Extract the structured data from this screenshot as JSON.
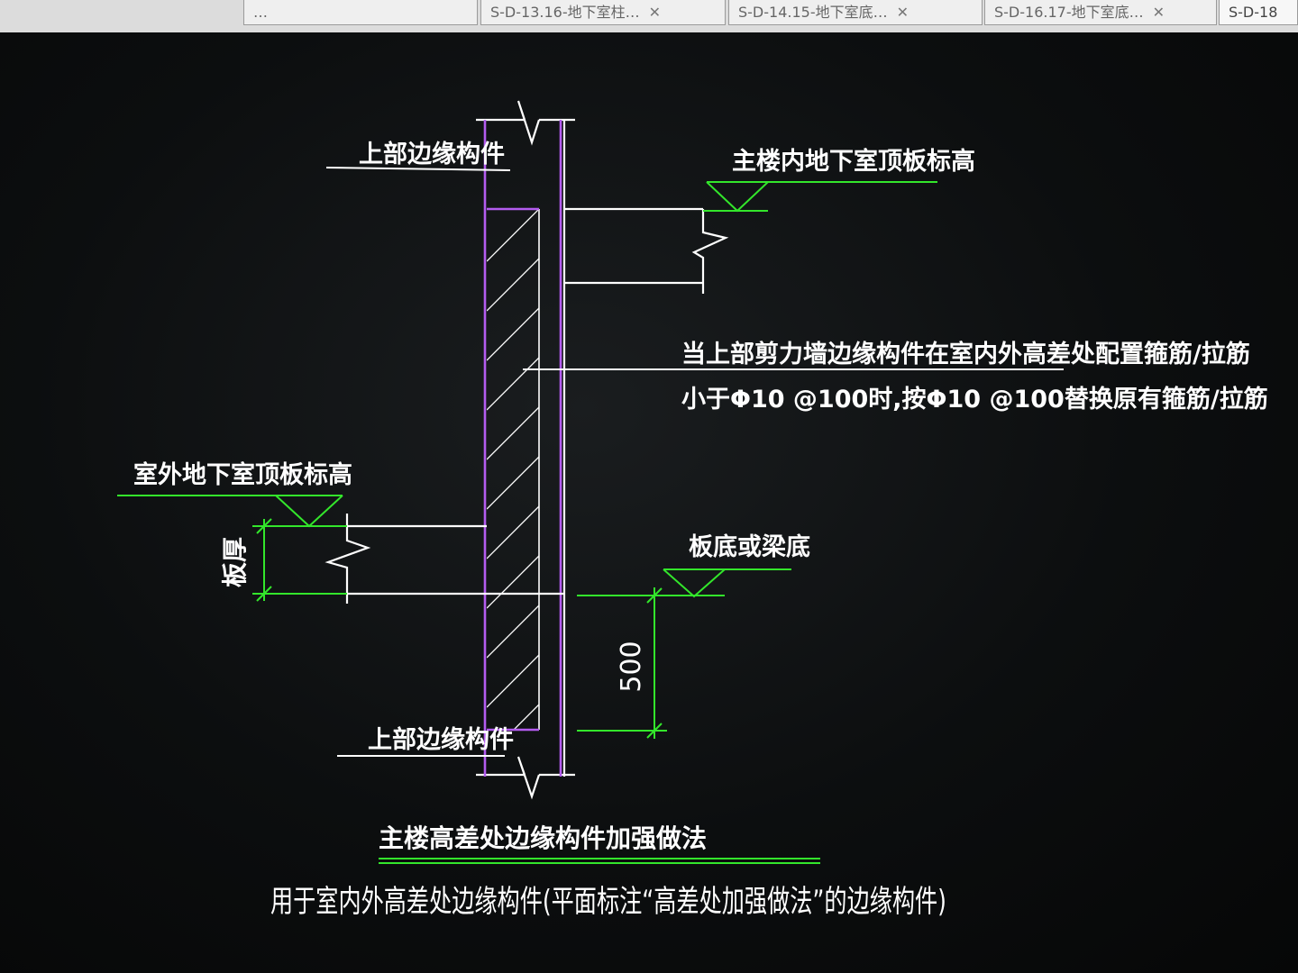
{
  "tabs": [
    {
      "label": "…",
      "closable": false
    },
    {
      "label": "S-D-13.16-地下室柱…",
      "closable": true
    },
    {
      "label": "S-D-14.15-地下室底…",
      "closable": true
    },
    {
      "label": "S-D-16.17-地下室底…",
      "closable": true
    },
    {
      "label": "S-D-18",
      "closable": false
    }
  ],
  "drawing": {
    "upper_member_top": "上部边缘构件",
    "upper_member_bottom": "上部边缘构件",
    "main_bldg_elev": "主楼内地下室顶板标高",
    "note_line1": "当上部剪力墙边缘构件在室内外高差处配置箍筋/拉筋",
    "note_line2": "小于Φ10 @100时,按Φ10 @100替换原有箍筋/拉筋",
    "outdoor_elev": "室外地下室顶板标高",
    "slab_thickness": "板厚",
    "slab_or_beam_bottom": "板底或梁底",
    "dim_500": "500",
    "detail_title": "主楼高差处边缘构件加强做法",
    "caption": "用于室内外高差处边缘构件(平面标注“高差处加强做法”的边缘构件)"
  },
  "colors": {
    "wall": "#b45cf0",
    "green": "#33e62b",
    "white": "#ffffff"
  }
}
